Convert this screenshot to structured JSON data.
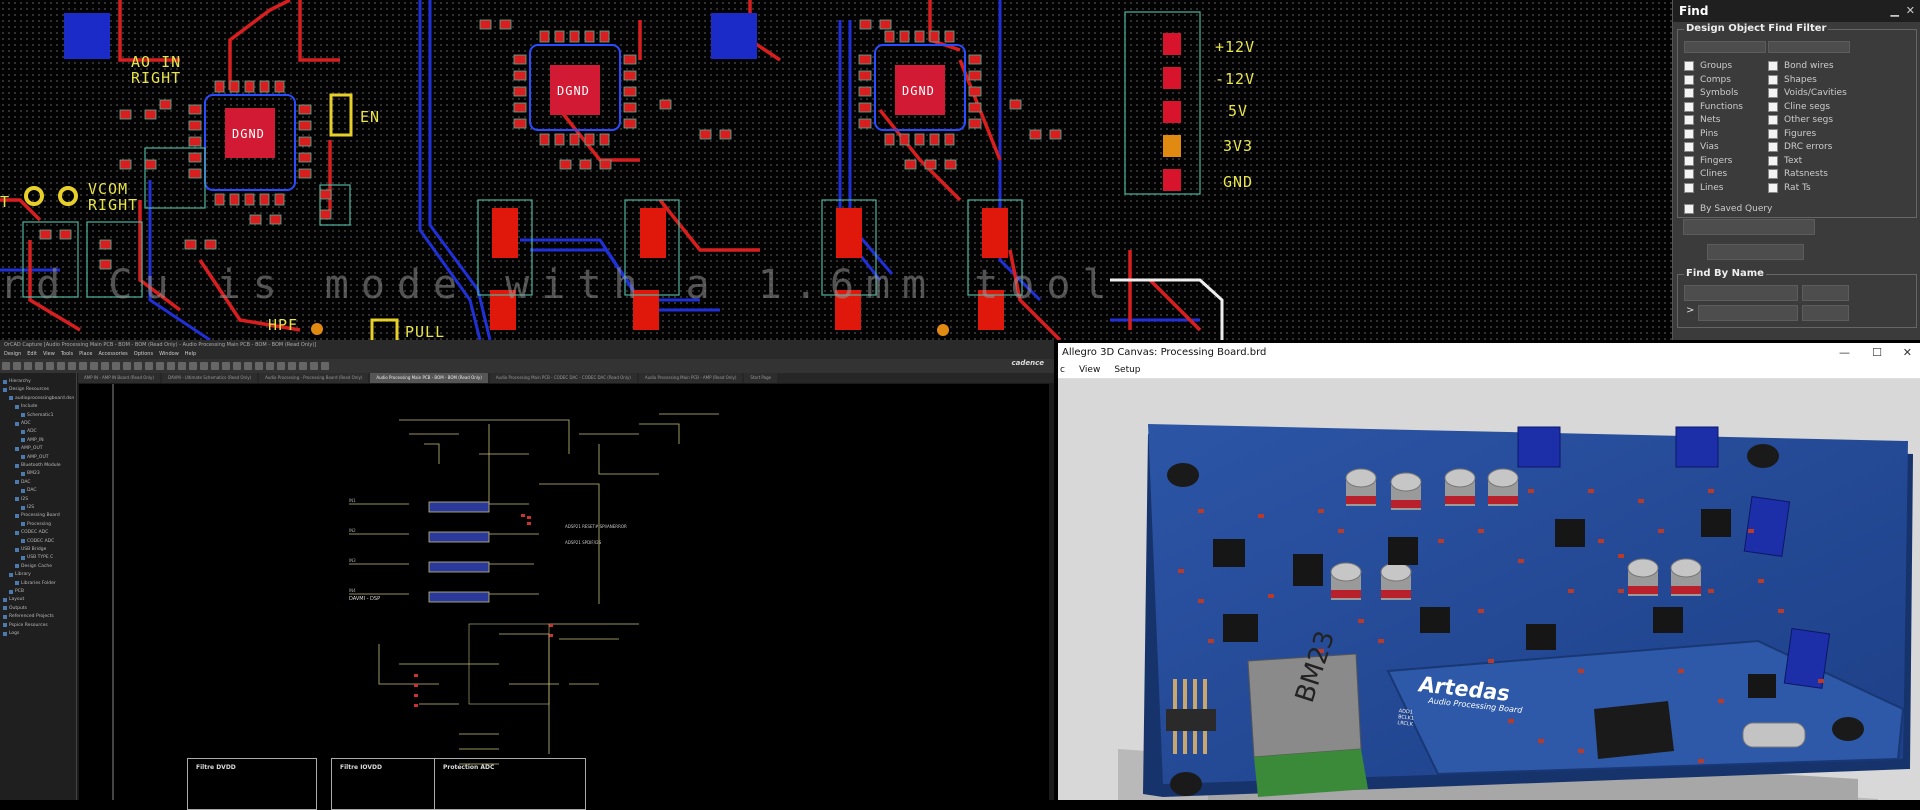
{
  "pcb": {
    "labels": {
      "ao_in": "AO IN",
      "right": "RIGHT",
      "vcom": "VCOM",
      "right2": "RIGHT",
      "en": "EN",
      "hpf": "HPF",
      "pull": "PULL",
      "plus12v": "+12V",
      "minus12v": "-12V",
      "v5": "5V",
      "v3v3": "3V3",
      "gnd": "GND",
      "dgnd1": "DGND",
      "dgnd2": "DGND",
      "dgnd3": "DGND",
      "t_left": "T",
      "ghost_text": "rd Cu   is mode with a 1.6mm tool"
    }
  },
  "find_panel": {
    "title": "Find",
    "filter_title": "Design Object Find Filter",
    "left_items": [
      "Groups",
      "Comps",
      "Symbols",
      "Functions",
      "Nets",
      "Pins",
      "Vias",
      "Fingers",
      "Clines",
      "Lines"
    ],
    "right_items": [
      "Bond wires",
      "Shapes",
      "Voids/Cavities",
      "Cline segs",
      "Other segs",
      "Figures",
      "DRC errors",
      "Text",
      "Ratsnests",
      "Rat Ts"
    ],
    "saved_query": "By Saved Query",
    "find_by_name": "Find By Name",
    "arrow": ">"
  },
  "capture": {
    "title": "OrCAD Capture [Audio Processing Main PCB - BOM - BOM (Read Only) - Audio Processing Main PCB - BOM - BOM (Read Only)]",
    "menus": [
      "Design",
      "Edit",
      "View",
      "Tools",
      "Place",
      "Accessories",
      "Options",
      "Window",
      "Help"
    ],
    "brand": "cadence",
    "tabs": [
      {
        "label": "AMP IN - AMP IN Board (Read Only)",
        "active": false
      },
      {
        "label": "DAVMI - Ultimate Schematics (Read Only)",
        "active": false
      },
      {
        "label": "Audio Processing - Processing Board (Read Only)",
        "active": false
      },
      {
        "label": "Audio Processing Main PCB - BOM - BOM (Read Only)",
        "active": true
      },
      {
        "label": "Audio Processing Main PCB - CODEC DAC - CODEC DAC (Read Only)",
        "active": false
      },
      {
        "label": "Audio Processing Main PCB - AMP (Read Only)",
        "active": false
      },
      {
        "label": "Start Page",
        "active": false
      }
    ],
    "tree": [
      {
        "label": "Hierarchy",
        "indent": 0
      },
      {
        "label": "Design Resources",
        "indent": 0
      },
      {
        "label": "audioprocessingboard.dsn",
        "indent": 1
      },
      {
        "label": "Include",
        "indent": 2
      },
      {
        "label": "Schematic1",
        "indent": 3
      },
      {
        "label": "ADC",
        "indent": 2
      },
      {
        "label": "ADC",
        "indent": 3
      },
      {
        "label": "AMP_IN",
        "indent": 3
      },
      {
        "label": "AMP_OUT",
        "indent": 2
      },
      {
        "label": "AMP_OUT",
        "indent": 3
      },
      {
        "label": "Bluetooth Module",
        "indent": 2
      },
      {
        "label": "BM23",
        "indent": 3
      },
      {
        "label": "DAC",
        "indent": 2
      },
      {
        "label": "DAC",
        "indent": 3
      },
      {
        "label": "I2S",
        "indent": 2
      },
      {
        "label": "I2S",
        "indent": 3
      },
      {
        "label": "Processing Board",
        "indent": 2
      },
      {
        "label": "Processing",
        "indent": 3
      },
      {
        "label": "CODEC ADC",
        "indent": 2
      },
      {
        "label": "CODEC ADC",
        "indent": 3
      },
      {
        "label": "USB Bridge",
        "indent": 2
      },
      {
        "label": "USB TYPE C",
        "indent": 3
      },
      {
        "label": "Design Cache",
        "indent": 2
      },
      {
        "label": "Library",
        "indent": 1
      },
      {
        "label": "Libraries Folder",
        "indent": 2
      },
      {
        "label": "PCB",
        "indent": 1
      },
      {
        "label": "Layout",
        "indent": 0
      },
      {
        "label": "Outputs",
        "indent": 0
      },
      {
        "label": "Referenced Projects",
        "indent": 0
      },
      {
        "label": "Pspice Resources",
        "indent": 0
      },
      {
        "label": "Logs",
        "indent": 0
      }
    ],
    "block_titles": [
      "Filtre DVDD",
      "Filtre IOVDD",
      "Protection ADC"
    ],
    "chip_label": "DAVMI - DSP",
    "net_labels": [
      "ADSP21 RESET# SPI/ANERROR",
      "ADSP21 SPDIF/I2S"
    ]
  },
  "viewer3d": {
    "title": "Allegro 3D Canvas: Processing Board.brd",
    "menus": [
      "View",
      "Setup"
    ],
    "menu_partial": "c",
    "window_controls": [
      "—",
      "☐",
      "✕"
    ],
    "module_text": "BM23",
    "brand_text": "Artedas",
    "brand_sub": "Audio Processing Board",
    "conn_labels": [
      "ADD1",
      "BCLK1",
      "LRCLK"
    ]
  }
}
